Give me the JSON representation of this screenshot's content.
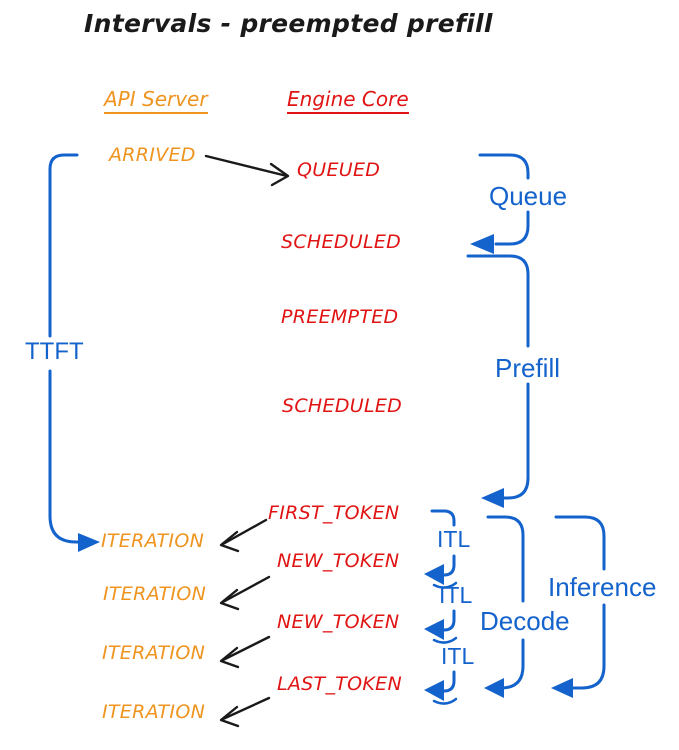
{
  "title": "Intervals - preempted prefill",
  "colors": {
    "ink_black": "#1a1a1a",
    "api_server_orange": "#ef941f",
    "engine_core_red": "#e11414",
    "interval_blue": "#1463cc"
  },
  "columns": {
    "api_server": {
      "header": "API Server",
      "events": [
        {
          "label": "ARRIVED"
        },
        {
          "label": "ITERATION"
        },
        {
          "label": "ITERATION"
        },
        {
          "label": "ITERATION"
        },
        {
          "label": "ITERATION"
        }
      ]
    },
    "engine_core": {
      "header": "Engine Core",
      "events": [
        {
          "label": "QUEUED"
        },
        {
          "label": "SCHEDULED"
        },
        {
          "label": "PREEMPTED"
        },
        {
          "label": "SCHEDULED"
        },
        {
          "label": "FIRST_TOKEN"
        },
        {
          "label": "NEW_TOKEN"
        },
        {
          "label": "NEW_TOKEN"
        },
        {
          "label": "LAST_TOKEN"
        }
      ]
    }
  },
  "intervals": {
    "ttft": {
      "label": "TTFT"
    },
    "queue": {
      "label": "Queue"
    },
    "prefill": {
      "label": "Prefill"
    },
    "itl": [
      {
        "label": "ITL"
      },
      {
        "label": "ITL"
      },
      {
        "label": "ITL"
      }
    ],
    "decode": {
      "label": "Decode"
    },
    "inference": {
      "label": "Inference"
    }
  }
}
